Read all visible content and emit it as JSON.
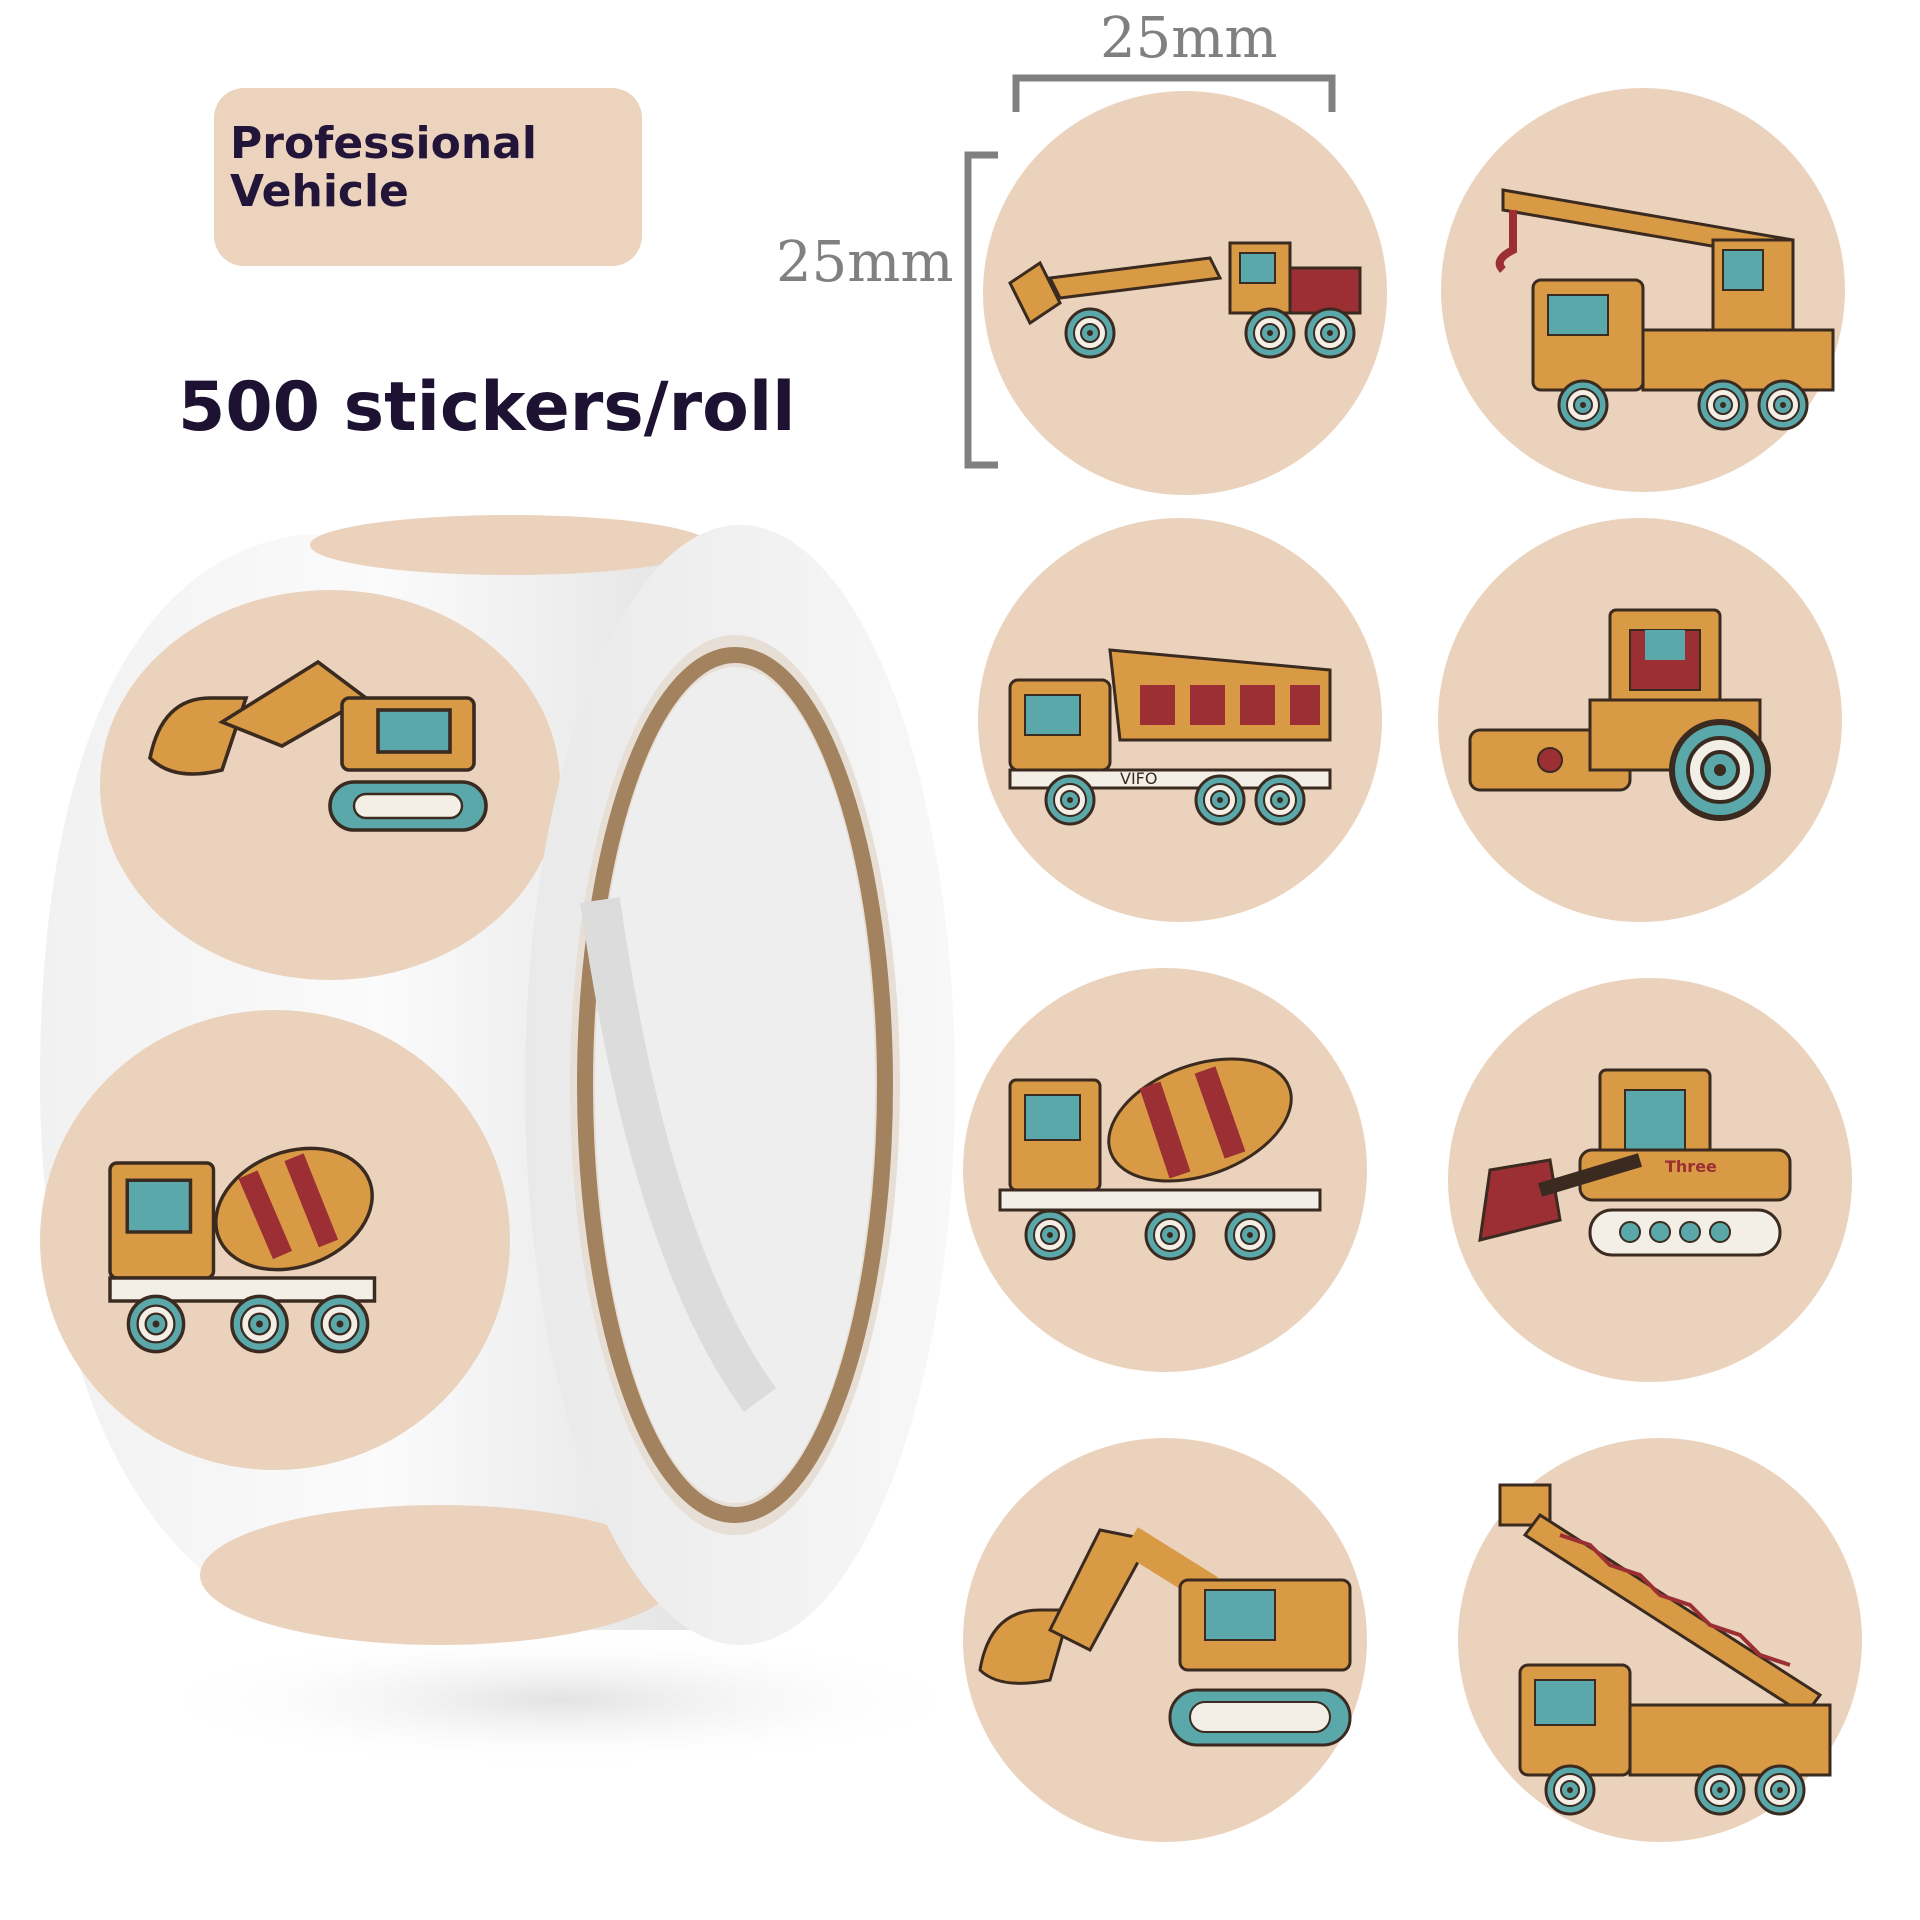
{
  "badge": {
    "title_line1": "Professional",
    "title_line2": "Vehicle"
  },
  "headline": "500 stickers/roll",
  "dimensions": {
    "width_label": "25mm",
    "height_label": "25mm"
  },
  "stickers": [
    {
      "vehicle": "motor-grader"
    },
    {
      "vehicle": "crane-truck"
    },
    {
      "vehicle": "dump-truck",
      "text": "VIFO"
    },
    {
      "vehicle": "road-roller"
    },
    {
      "vehicle": "cement-mixer"
    },
    {
      "vehicle": "bulldozer",
      "text": "Three"
    },
    {
      "vehicle": "excavator"
    },
    {
      "vehicle": "aerial-ladder-truck"
    }
  ],
  "colors": {
    "sticker_bg": "#ebd2bc",
    "vehicle_body": "#d99a45",
    "window": "#5aa8aa",
    "accent_red": "#9c2f33",
    "outline": "#3a2a20",
    "dimension_line": "#808080",
    "text_dark": "#1e1232"
  }
}
